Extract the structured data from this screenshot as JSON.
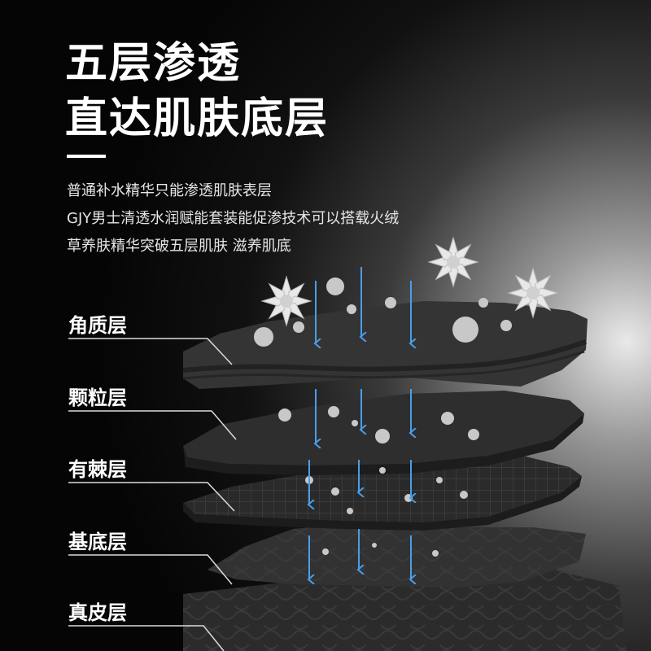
{
  "headline": {
    "line1": "五层渗透",
    "line2": "直达肌肤底层"
  },
  "description": [
    "普通补水精华只能渗透肌肤表层",
    "GJY男士清透水润赋能套装能促渗技术可以搭载火绒",
    "草养肤精华突破五层肌肤 滋养肌底"
  ],
  "layers": [
    "角质层",
    "颗粒层",
    "有棘层",
    "基底层",
    "真皮层"
  ],
  "colors": {
    "arrow": "#4a9ee8",
    "layer": "#2f2f2f",
    "text": "#ffffff"
  }
}
